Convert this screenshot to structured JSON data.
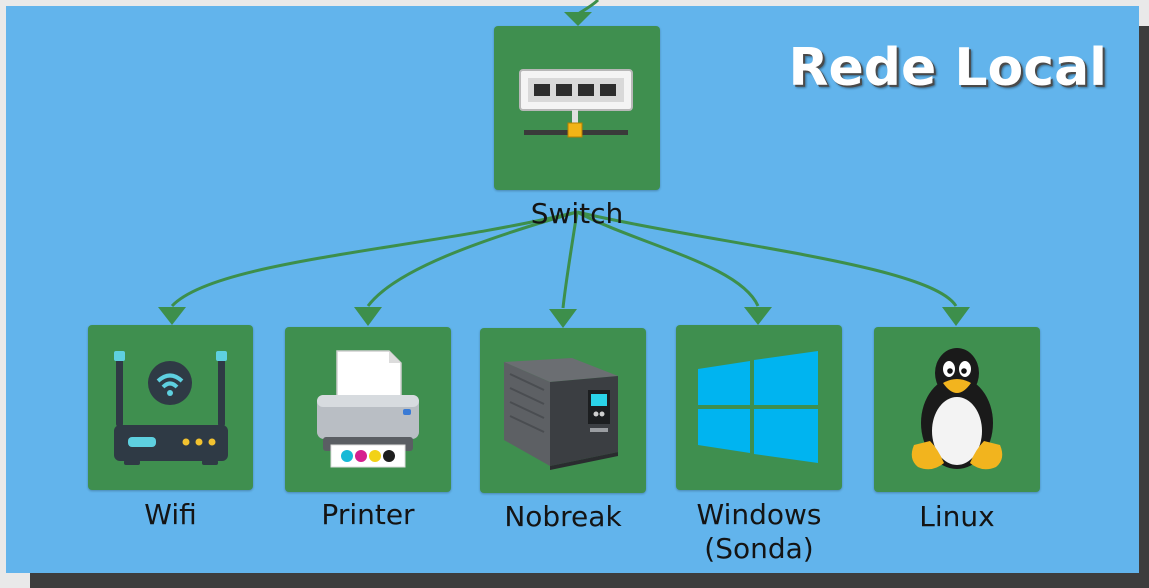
{
  "diagram": {
    "title": "Rede Local",
    "colors": {
      "background": "#62b4ec",
      "node_fill": "#3f8f4f",
      "edge": "#3d8f4b",
      "title_text": "#ffffff"
    },
    "hub": {
      "label": "Switch",
      "icon": "network-switch-icon"
    },
    "devices": [
      {
        "label": "Wifi",
        "icon": "wifi-router-icon"
      },
      {
        "label": "Printer",
        "icon": "printer-icon"
      },
      {
        "label": "Nobreak",
        "icon": "ups-icon"
      },
      {
        "label_line1": "Windows",
        "label_line2": "(Sonda)",
        "icon": "windows-logo-icon"
      },
      {
        "label": "Linux",
        "icon": "tux-penguin-icon"
      }
    ],
    "edges": [
      {
        "from": "Switch",
        "to": "Wifi"
      },
      {
        "from": "Switch",
        "to": "Printer"
      },
      {
        "from": "Switch",
        "to": "Nobreak"
      },
      {
        "from": "Switch",
        "to": "Windows (Sonda)"
      },
      {
        "from": "Switch",
        "to": "Linux"
      }
    ]
  }
}
